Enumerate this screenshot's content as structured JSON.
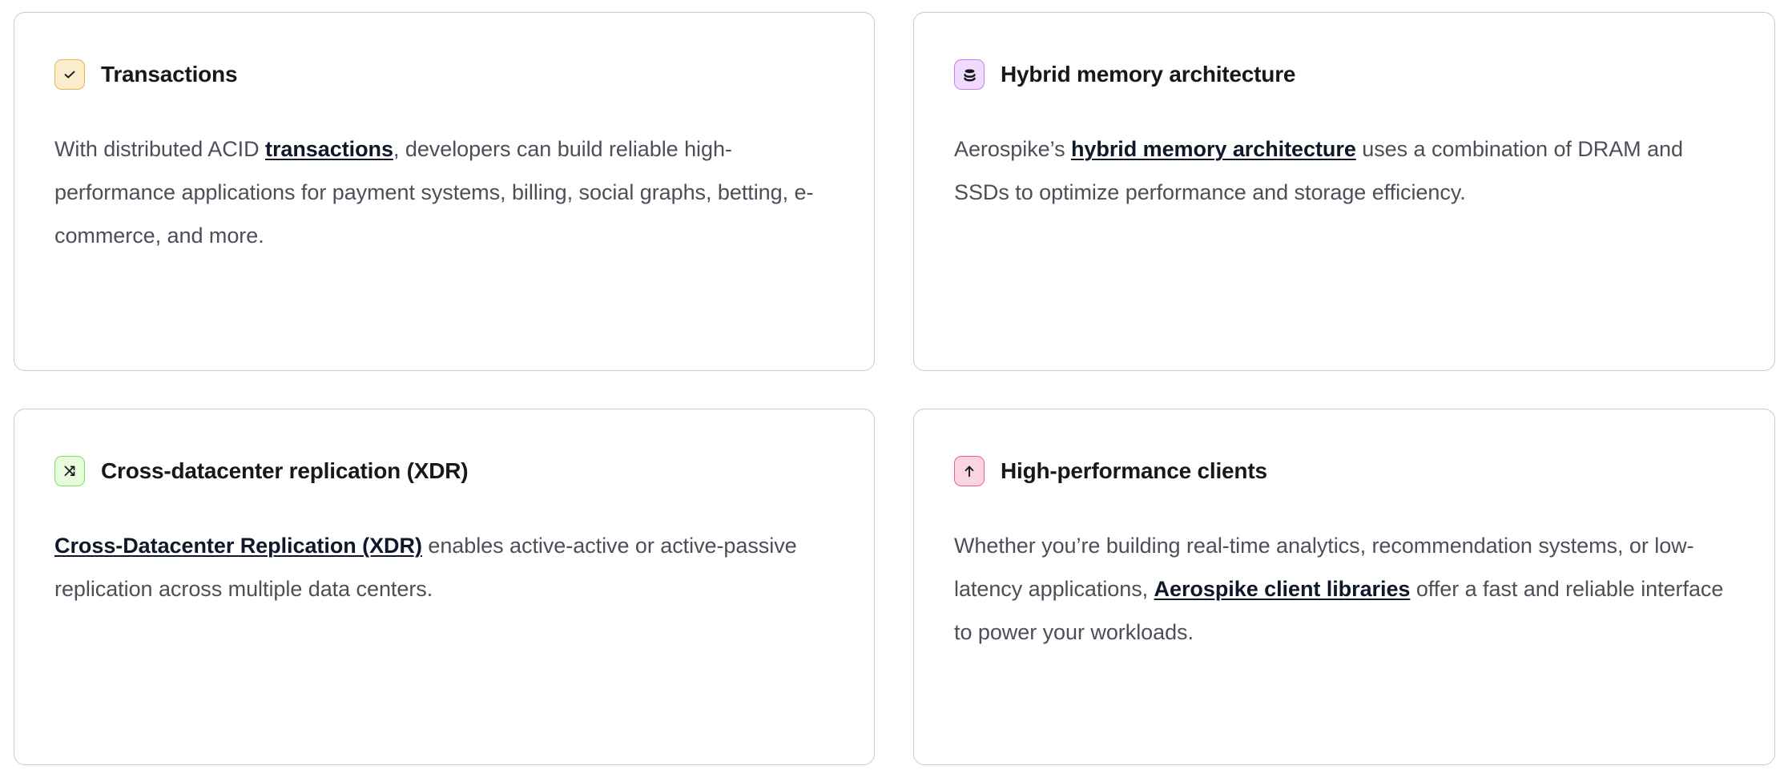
{
  "theme": {
    "page_background": "#ffffff",
    "card_background": "#ffffff",
    "card_border": "#c9c9d0",
    "title_color": "#17181c",
    "body_color": "#4c4f58",
    "link_color": "#0f1829",
    "icon_colors": {
      "amber_border": "#e9b44e",
      "amber_fill": "#fbeccb",
      "purple_border": "#c57cf4",
      "purple_fill": "#f0daff",
      "green_border": "#7ce15d",
      "green_fill": "#e7fbdd",
      "pink_border": "#ef5e92",
      "pink_fill": "#fbd4e1"
    }
  },
  "cards": [
    {
      "id": "transactions",
      "icon": "check-icon",
      "icon_style": "amber",
      "title": "Transactions",
      "body": {
        "before": "With distributed ACID ",
        "link": "transactions",
        "after": ", developers can build reliable high-performance applications for payment systems, billing, social graphs, betting, e-commerce, and more."
      }
    },
    {
      "id": "hybrid-memory-architecture",
      "icon": "database-icon",
      "icon_style": "purple",
      "title": "Hybrid memory architecture",
      "body": {
        "before": "Aerospike’s ",
        "link": "hybrid memory architecture",
        "after": " uses a combination of DRAM and SSDs to optimize performance and storage efficiency."
      }
    },
    {
      "id": "cross-datacenter-replication",
      "icon": "shuffle-icon",
      "icon_style": "green",
      "title": "Cross-datacenter replication (XDR)",
      "body": {
        "before": "",
        "link": "Cross-Datacenter Replication (XDR)",
        "after": " enables active-active or active-passive replication across multiple data centers."
      }
    },
    {
      "id": "high-performance-clients",
      "icon": "arrow-up-icon",
      "icon_style": "pink",
      "title": "High-performance clients",
      "body": {
        "before": "Whether you’re building real-time analytics, recommendation systems, or low-latency applications, ",
        "link": "Aerospike client libraries",
        "after": " offer a fast and reliable interface to power your workloads."
      }
    }
  ]
}
